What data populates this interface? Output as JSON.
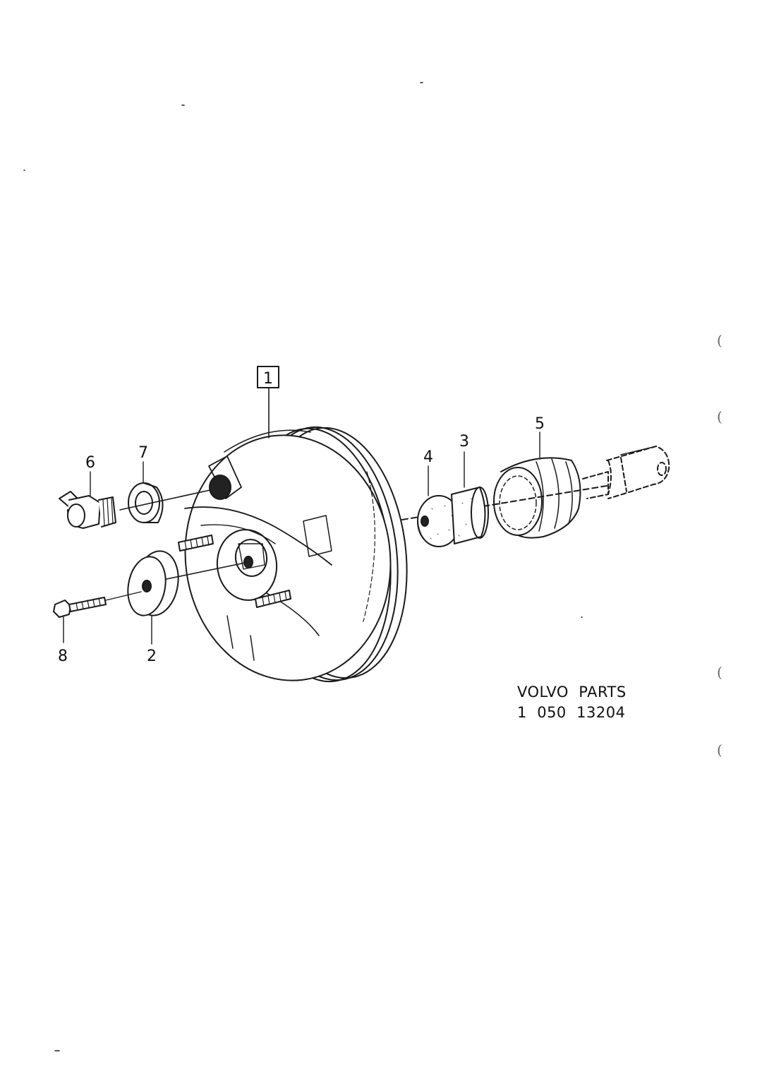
{
  "callouts": {
    "c1": "1",
    "c2": "2",
    "c3": "3",
    "c4": "4",
    "c5": "5",
    "c6": "6",
    "c7": "7",
    "c8": "8"
  },
  "caption": {
    "line1": "VOLVO  PARTS",
    "line2": "1  050  13204"
  },
  "edge_marks": [
    "(",
    "(",
    "(",
    "("
  ]
}
